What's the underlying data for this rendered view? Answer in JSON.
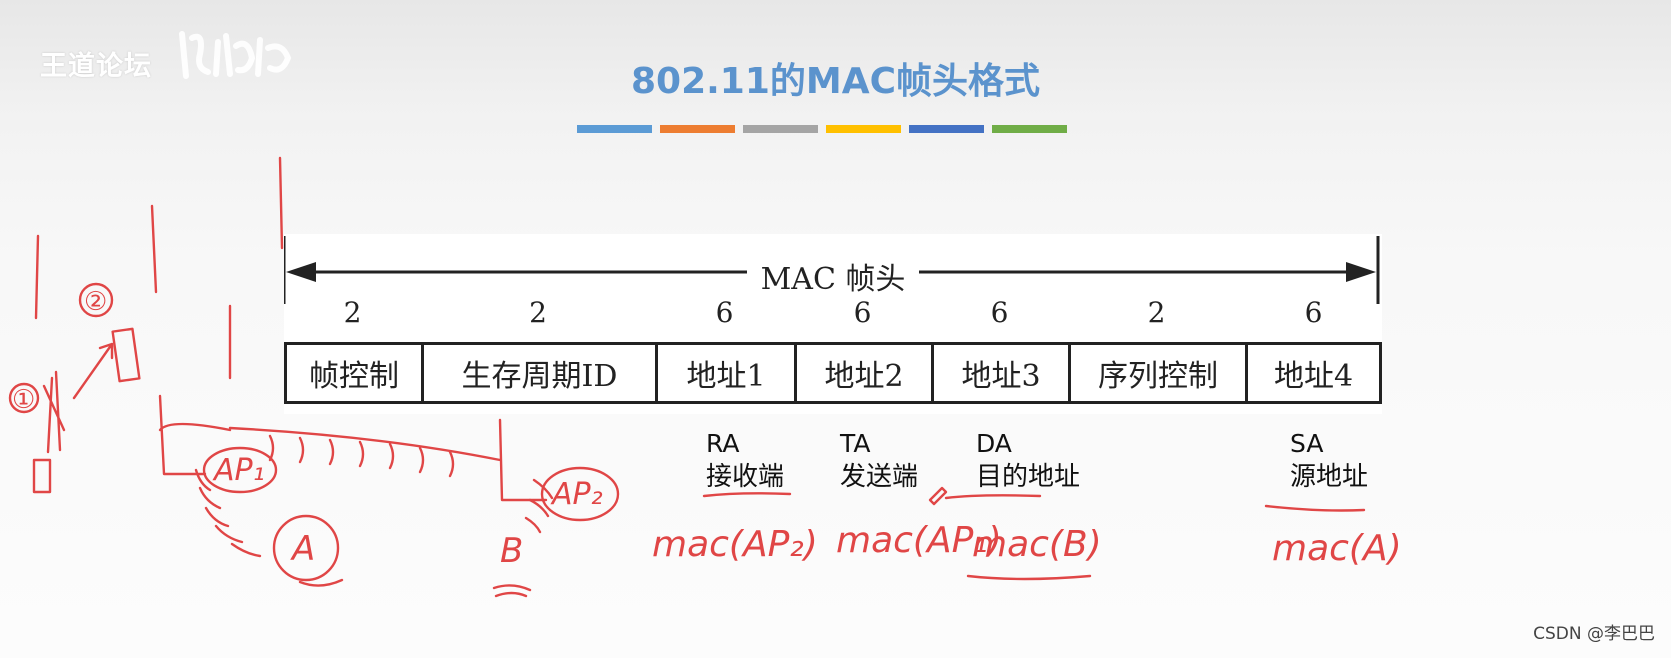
{
  "logo": {
    "text": "王道论坛"
  },
  "title": "802.11的MAC帧头格式",
  "title_bar_colors": [
    "#5b9bd5",
    "#ed7d31",
    "#a5a5a5",
    "#ffc000",
    "#4472c4",
    "#70ad47"
  ],
  "diagram": {
    "header_label": "MAC 帧头",
    "fields": [
      {
        "size": "2",
        "name": "帧控制"
      },
      {
        "size": "2",
        "name": "生存周期ID"
      },
      {
        "size": "6",
        "name": "地址1"
      },
      {
        "size": "6",
        "name": "地址2"
      },
      {
        "size": "6",
        "name": "地址3"
      },
      {
        "size": "2",
        "name": "序列控制"
      },
      {
        "size": "6",
        "name": "地址4"
      }
    ]
  },
  "annotations": [
    {
      "abbr": "RA",
      "meaning": "接收端"
    },
    {
      "abbr": "TA",
      "meaning": "发送端"
    },
    {
      "abbr": "DA",
      "meaning": "目的地址"
    },
    {
      "abbr": "SA",
      "meaning": "源地址"
    }
  ],
  "handwriting": {
    "step1": "①",
    "step2": "②",
    "ap1": "AP₁",
    "ap2": "AP₂",
    "host_a": "A",
    "host_b": "B",
    "ra_value": "mac(AP₂)",
    "ta_value": "mac(AP₁)",
    "da_value": "mac(B)",
    "sa_value": "mac(A)"
  },
  "watermark": "CSDN @李巴巴"
}
